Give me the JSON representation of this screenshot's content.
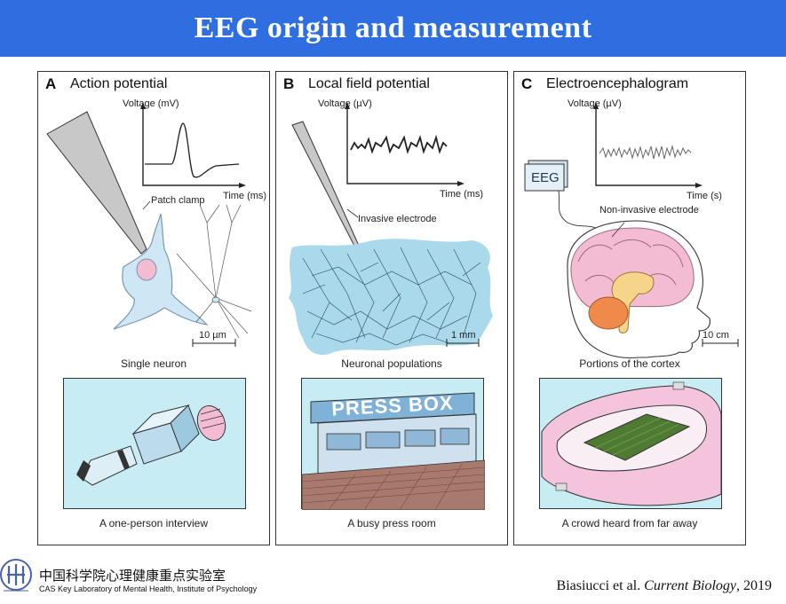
{
  "title": "EEG origin and measurement",
  "panels": [
    {
      "letter": "A",
      "title": "Action potential",
      "y_label": "Voltage (mV)",
      "x_label": "Time (ms)",
      "annotation": "Patch clamp",
      "scale": "10 µm",
      "caption": "Single neuron",
      "illustration_caption": "A one-person interview"
    },
    {
      "letter": "B",
      "title": "Local field potential",
      "y_label": "Voltage (µV)",
      "x_label": "Time (ms)",
      "annotation": "Invasive electrode",
      "scale": "1 mm",
      "caption": "Neuronal populations",
      "illustration_caption": "A busy press room",
      "sign_text": "PRESS BOX"
    },
    {
      "letter": "C",
      "title": "Electroencephalogram",
      "y_label": "Voltage (µV)",
      "x_label": "Time (s)",
      "annotation": "Non-invasive electrode",
      "device_label": "EEG",
      "scale": "10 cm",
      "caption": "Portions of the cortex",
      "illustration_caption": "A crowd heard from far away"
    }
  ],
  "footer": {
    "institution_cn": "中国科学院心理健康重点实验室",
    "institution_en": "CAS Key Laboratory of Mental Health, Institute of Psychology",
    "citation_authors": "Biasiucci et al.",
    "citation_journal": "Current Biology",
    "citation_year": ", 2019"
  },
  "colors": {
    "title_bar": "#2f6ee0",
    "cell_body": "#cfe6f5",
    "nucleus": "#f3bcd2",
    "tissue": "#a9d9ea",
    "illustration_bg": "#c7ecf3"
  }
}
